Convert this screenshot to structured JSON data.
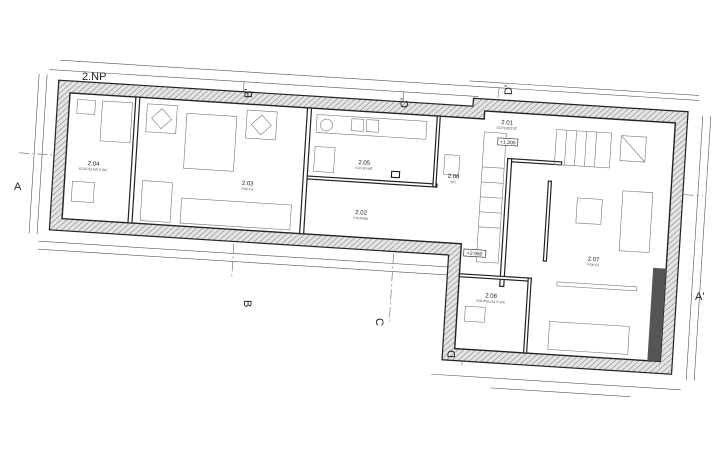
{
  "drawing": {
    "floor_label": "2.NP",
    "sections": {
      "a": "A",
      "a2": "A'",
      "b": "B",
      "b2": "B'",
      "c": "C",
      "c2": "C'",
      "d": "D",
      "d2": "D'"
    },
    "rooms": [
      {
        "number": "2.01",
        "name": "SCHODIŠTĚ"
      },
      {
        "number": "2.02",
        "name": "CHODBA"
      },
      {
        "number": "2.03",
        "name": "POKOJ"
      },
      {
        "number": "2.04",
        "name": "KOUPELNA S WC"
      },
      {
        "number": "2.05",
        "name": "KUCHYNĚ"
      },
      {
        "number": "2.06",
        "name": "WC"
      },
      {
        "number": "2.07",
        "name": "POKOJ"
      },
      {
        "number": "2.08",
        "name": "KOUPELNA S WC"
      }
    ],
    "levels": [
      "+1.300",
      "+2.950"
    ],
    "colors": {
      "line": "#222222",
      "hatch": "#888888",
      "background": "#ffffff"
    }
  }
}
